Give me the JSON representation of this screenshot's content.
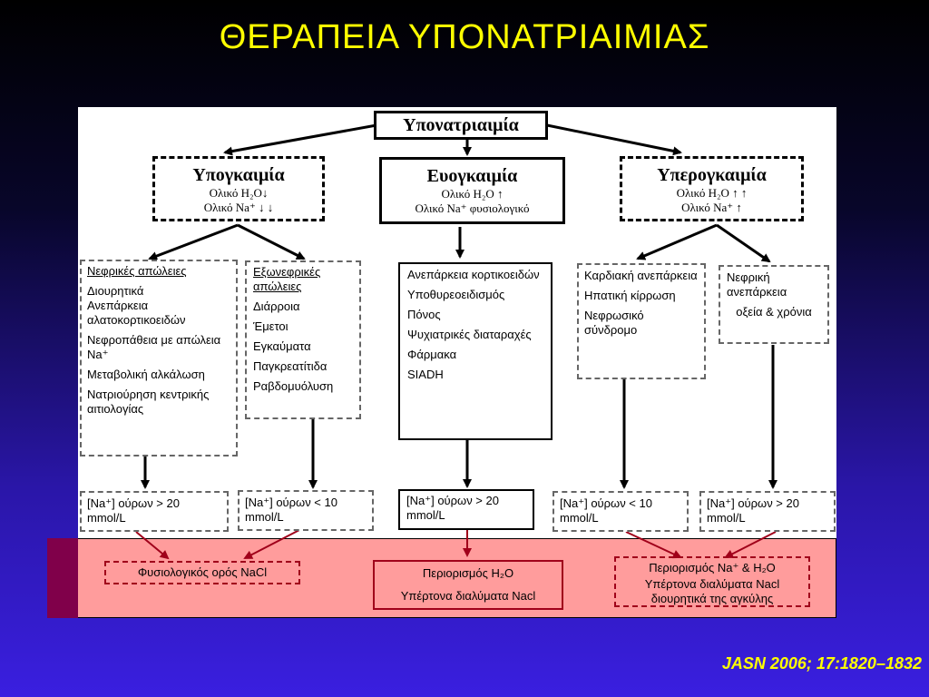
{
  "title": "ΘΕΡΑΠΕΙΑ ΥΠΟΝΑΤΡΙΑΙΜΙΑΣ",
  "root": "Υπονατριαιμία",
  "hypo": {
    "title": "Υπογκαιμία",
    "line1": "Ολικό H₂O↓",
    "line2": "Ολικό Na⁺ ↓ ↓"
  },
  "eu": {
    "title": "Ευογκαιμία",
    "line1": "Ολικό H₂O ↑",
    "line2": "Ολικό Na⁺ φυσιολογικό"
  },
  "hyper": {
    "title": "Υπερογκαιμία",
    "line1": "Ολικό H₂O ↑ ↑",
    "line2": "Ολικό Na⁺ ↑"
  },
  "renal_loss": {
    "heading": "Νεφρικές απώλειες",
    "items": [
      "Διουρητικά",
      "Ανεπάρκεια αλατοκορτικοειδών",
      "Νεφροπάθεια με απώλεια Na⁺",
      "Μεταβολική αλκάλωση",
      "Νατριούρηση κεντρικής αιτιολογίας"
    ]
  },
  "extrarenal_loss": {
    "heading": "Εξωνεφρικές απώλειες",
    "items": [
      "Διάρροια",
      "Έμετοι",
      "Εγκαύματα",
      "Παγκρεατίτιδα",
      "Ραβδομυόλυση"
    ]
  },
  "eu_causes": {
    "items": [
      "Ανεπάρκεια κορτικοειδών",
      "Υποθυρεοειδισμός",
      "Πόνος",
      "Ψυχιατρικές διαταραχές",
      "Φάρμακα",
      "SIADH"
    ]
  },
  "heart_causes": {
    "items": [
      "Καρδιακή ανεπάρκεια",
      "Ηπατική κίρρωση",
      "Νεφρωσικό σύνδρομο"
    ]
  },
  "renal_failure": {
    "heading": "Νεφρική ανεπάρκεια",
    "sub": "οξεία & χρόνια"
  },
  "urine": [
    "[Na⁺] ούρων > 20 mmol/L",
    "[Na⁺] ούρων < 10 mmol/L",
    "[Na⁺] ούρων > 20 mmol/L",
    "[Na⁺] ούρων < 10 mmol/L",
    "[Na⁺] ούρων > 20 mmol/L"
  ],
  "treatment": {
    "saline": "Φυσιολογικός ορός NaCl",
    "eu_line1": "Περιορισμός H₂O",
    "eu_line2": "Υπέρτονα διαλύματα Nacl",
    "hyper_line1": "Περιορισμός Na⁺ & H₂O",
    "hyper_line2": "Υπέρτονα διαλύματα Nacl",
    "hyper_line3": "διουρητικά της αγκύλης"
  },
  "citation": "JASN 2006; 17:1820–1832"
}
